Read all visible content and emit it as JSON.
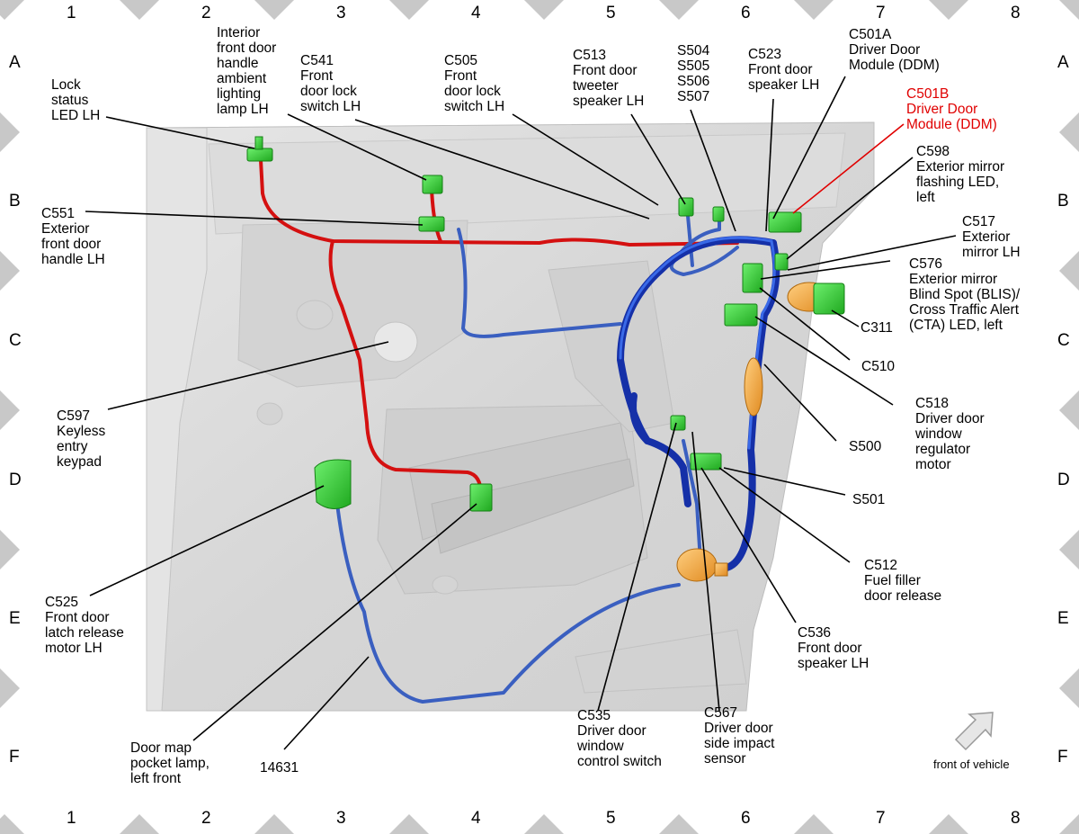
{
  "grid": {
    "columns": [
      "1",
      "2",
      "3",
      "4",
      "5",
      "6",
      "7",
      "8"
    ],
    "rows": [
      "A",
      "B",
      "C",
      "D",
      "E",
      "F"
    ]
  },
  "labels": {
    "lock_status_led": "Lock\nstatus\nLED LH",
    "interior_handle_lamp": "Interior\nfront door\nhandle\nambient\nlighting\nlamp LH",
    "c541": "C541\nFront\ndoor lock\nswitch LH",
    "c505": "C505\nFront\ndoor lock\nswitch LH",
    "c513": "C513\nFront door\ntweeter\nspeaker LH",
    "s504": "S504\nS505\nS506\nS507",
    "c523": "C523\nFront door\nspeaker LH",
    "c501a": "C501A\nDriver Door\nModule (DDM)",
    "c501b": "C501B\nDriver Door\nModule (DDM)",
    "c598": "C598\nExterior mirror\nflashing LED,\nleft",
    "c517": "C517\nExterior\nmirror LH",
    "c576": "C576\nExterior mirror\nBlind Spot (BLIS)/\nCross Traffic Alert\n(CTA) LED, left",
    "c311": "C311",
    "c510": "C510",
    "c518": "C518\nDriver door\nwindow\nregulator\nmotor",
    "s500": "S500",
    "s501": "S501",
    "c512": "C512\nFuel filler\ndoor release",
    "c536": "C536\nFront door\nspeaker LH",
    "c567": "C567\nDriver door\nside impact\nsensor",
    "c535": "C535\nDriver door\nwindow\ncontrol switch",
    "n14631": "14631",
    "door_map_lamp": "Door map\npocket lamp,\nleft front",
    "c525": "C525\nFront door\nlatch release\nmotor LH",
    "c597": "C597\nKeyless\nentry\nkeypad",
    "c551": "C551\nExterior\nfront door\nhandle LH",
    "front_of_vehicle": "front of vehicle"
  },
  "colors": {
    "harness_red": "#d41010",
    "harness_blue_light": "#3a5fc0",
    "harness_blue_dark": "#1530a8",
    "connector_green": "#2fcc2f",
    "connector_orange": "#f0a030",
    "door_panel": "#d9d9d9",
    "highlight_label": "#e00000",
    "grid_marker": "#c8c8c8"
  }
}
